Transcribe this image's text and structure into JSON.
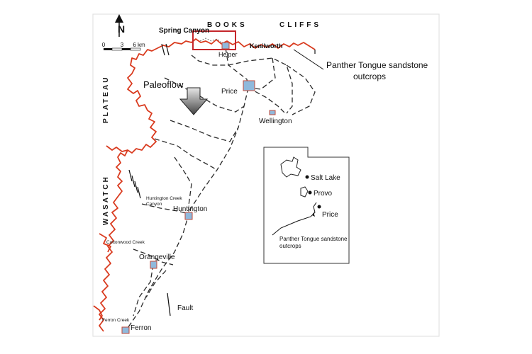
{
  "region_labels": {
    "books": "BOOKS",
    "cliffs": "CLIFFS",
    "plateau": "PLATEAU",
    "wasatch": "WASATCH"
  },
  "north_arrow": {
    "letter": "N"
  },
  "scale_bar": {
    "tick_0": "0",
    "tick_3": "3",
    "tick_6": "6 km"
  },
  "paleoflow_label": "Paleoflow",
  "outcrops_callout": {
    "line1": "Panther Tongue sandstone",
    "line2": "outcrops"
  },
  "places": {
    "spring_canyon": "Spring Canyon",
    "helper": "Helper",
    "kenilworth": "Kenilworth",
    "price": "Price",
    "wellington": "Wellington",
    "huntington_creek_1": "Huntington Creek",
    "huntington_creek_2": "Canyon",
    "huntington": "Huntington",
    "cottonwood_creek": "Cottonwood Creek",
    "orangeville": "Orangeville",
    "fault": "Fault",
    "ferron_creek": "Ferron Creek",
    "ferron": "Ferron"
  },
  "inset": {
    "salt_lake": "Salt Lake",
    "provo": "Provo",
    "price": "Price",
    "outcrops_line1": "Panther Tongue sandstone",
    "outcrops_line2": "outcrops"
  },
  "colors": {
    "cliff_line": "#d93a1e",
    "highlight_box": "#c4262b",
    "town_fill": "#8fb9dc",
    "road": "#2a2a2a"
  }
}
